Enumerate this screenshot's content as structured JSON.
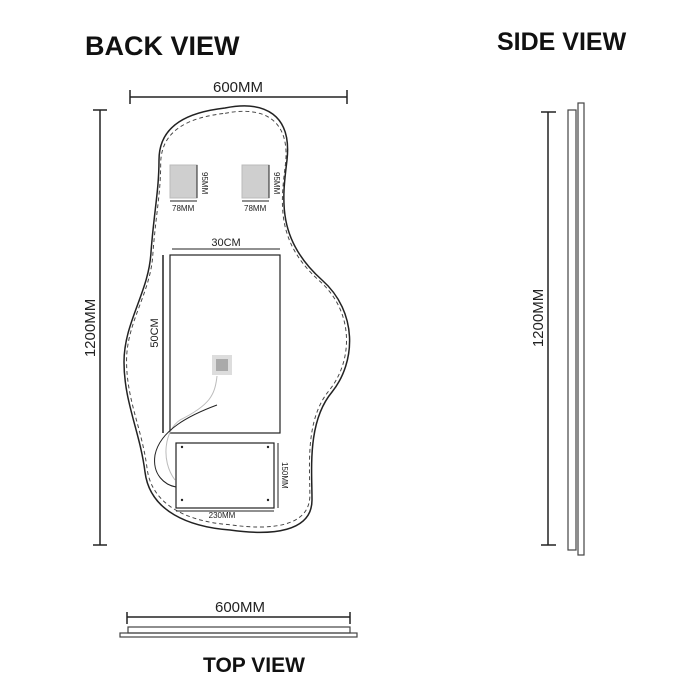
{
  "titles": {
    "back": "BACK VIEW",
    "side": "SIDE VIEW",
    "top": "TOP VIEW"
  },
  "back": {
    "width": "600MM",
    "height": "1200MM",
    "bracket_height": "95MM",
    "bracket_width": "78MM",
    "panel_width": "30CM",
    "panel_height": "50CM",
    "box_width": "230MM",
    "box_height": "150MM"
  },
  "side": {
    "height": "1200MM"
  },
  "top": {
    "width": "600MM"
  },
  "colors": {
    "line": "#222222",
    "bracket": "#cfcfcf"
  }
}
